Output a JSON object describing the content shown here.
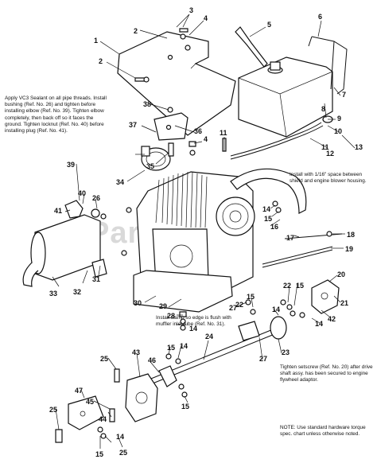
{
  "watermark": "PartsTree",
  "notes": {
    "sealant": "Apply VC3 Sealant on all pipe threads. Install bushing (Ref. No. 26) and tighten before installing elbow (Ref. No. 39). Tighten elbow completely, then back off so it faces the ground. Tighten locknut (Ref. No. 40) before installing plug (Ref. No. 41).",
    "shield": "Install with 1/16\" space between shield and engine blower housing.",
    "clamp": "Install clamp so edge is flush with muffler inlet tube (Ref. No. 31).",
    "setscrew": "Tighten setscrew (Ref. No. 20) after drive shaft assy. has been secured to engine flywheel adaptor.",
    "hardware": "NOTE: Use standard hardware torque spec. chart unless otherwise noted."
  },
  "callouts": {
    "c1": "1",
    "c2a": "2",
    "c2b": "2",
    "c3": "3",
    "c4a": "4",
    "c4b": "4",
    "c5": "5",
    "c6": "6",
    "c7": "7",
    "c8": "8",
    "c9": "9",
    "c10": "10",
    "c11a": "11",
    "c11b": "11",
    "c12": "12",
    "c13": "13",
    "c14a": "14",
    "c14b": "14",
    "c14c": "14",
    "c14d": "14",
    "c14e": "14",
    "c14f": "14",
    "c15a": "15",
    "c15b": "15",
    "c15c": "15",
    "c15d": "15",
    "c15e": "15",
    "c15f": "15",
    "c16": "16",
    "c17": "17",
    "c18": "18",
    "c19": "19",
    "c20": "20",
    "c21": "21",
    "c22a": "22",
    "c22b": "22",
    "c23": "23",
    "c24": "24",
    "c25a": "25",
    "c25b": "25",
    "c25c": "25",
    "c26": "26",
    "c27a": "27",
    "c27b": "27",
    "c28": "28",
    "c29": "29",
    "c30": "30",
    "c31": "31",
    "c32": "32",
    "c33": "33",
    "c34": "34",
    "c35": "35",
    "c36": "36",
    "c37": "37",
    "c38": "38",
    "c39": "39",
    "c40": "40",
    "c41": "41",
    "c42": "42",
    "c43": "43",
    "c44": "44",
    "c45": "45",
    "c46": "46",
    "c47": "47"
  }
}
